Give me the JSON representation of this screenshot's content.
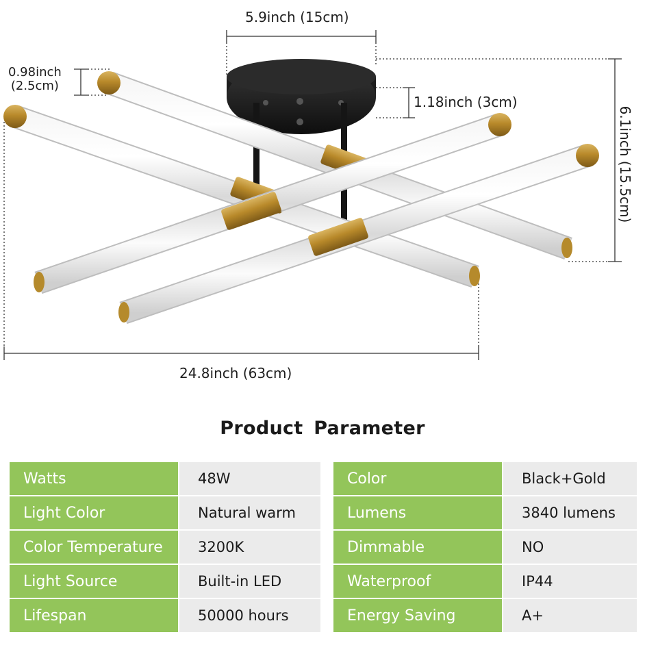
{
  "dimensions": {
    "canopy_width": "5.9inch (15cm)",
    "tube_diameter_in": "0.98inch",
    "tube_diameter_cm": "(2.5cm)",
    "canopy_height": "1.18inch (3cm)",
    "total_height": "6.1inch (15.5cm)",
    "total_width": "24.8inch (63cm)"
  },
  "product": {
    "colors": {
      "metal_gold": "#b58a2c",
      "canopy_black": "#1c1c1c",
      "table_key": "#93c55a",
      "table_value": "#ebebeb"
    }
  },
  "parameters": {
    "title": "Product Parameter",
    "left": [
      {
        "key": "Watts",
        "value": "48W"
      },
      {
        "key": "Light Color",
        "value": "Natural warm"
      },
      {
        "key": "Color Temperature",
        "value": "3200K"
      },
      {
        "key": "Light Source",
        "value": "Built-in LED"
      },
      {
        "key": "Lifespan",
        "value": "50000 hours"
      }
    ],
    "right": [
      {
        "key": "Color",
        "value": "Black+Gold"
      },
      {
        "key": "Lumens",
        "value": "3840 lumens"
      },
      {
        "key": "Dimmable",
        "value": "NO"
      },
      {
        "key": "Waterproof",
        "value": "IP44"
      },
      {
        "key": "Energy Saving",
        "value": "A+"
      }
    ]
  }
}
